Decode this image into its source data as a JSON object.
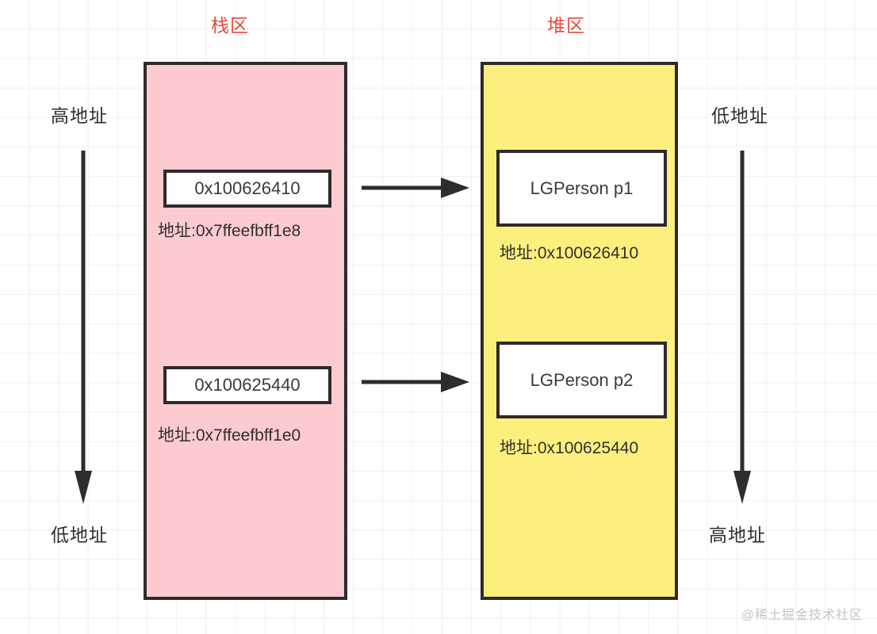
{
  "diagram": {
    "stack": {
      "title": "栈区",
      "fill_color": "#fbcbd1",
      "border_color": "#2e2a2b",
      "slots": [
        {
          "value": "0x100626410",
          "address_label": "地址:0x7ffeefbff1e8"
        },
        {
          "value": "0x100625440",
          "address_label": "地址:0x7ffeefbff1e0"
        }
      ]
    },
    "heap": {
      "title": "堆区",
      "fill_color": "#fbef7e",
      "border_color": "#2e2a2b",
      "slots": [
        {
          "value": "LGPerson p1",
          "address_label": "地址:0x100626410"
        },
        {
          "value": "LGPerson p2",
          "address_label": "地址:0x100625440"
        }
      ]
    },
    "left_axis": {
      "top_label": "高地址",
      "bottom_label": "低地址",
      "direction": "down"
    },
    "right_axis": {
      "top_label": "低地址",
      "bottom_label": "高地址",
      "direction": "down"
    },
    "pointer_arrows": [
      {
        "from": "stack-box-1",
        "to": "heap-box-1"
      },
      {
        "from": "stack-box-2",
        "to": "heap-box-2"
      }
    ],
    "title_color": "#e8483c",
    "watermark": "@稀土掘金技术社区"
  }
}
